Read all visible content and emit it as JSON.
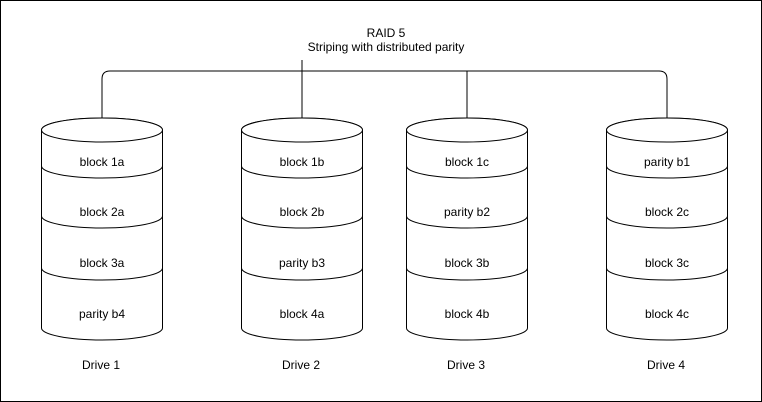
{
  "title": {
    "line1": "RAID 5",
    "line2": "Striping with distributed parity"
  },
  "drives": [
    {
      "label": "Drive 1",
      "blocks": [
        "block 1a",
        "block 2a",
        "block 3a",
        "parity b4"
      ]
    },
    {
      "label": "Drive 2",
      "blocks": [
        "block 1b",
        "block 2b",
        "parity b3",
        "block 4a"
      ]
    },
    {
      "label": "Drive 3",
      "blocks": [
        "block 1c",
        "parity b2",
        "block 3b",
        "block 4b"
      ]
    },
    {
      "label": "Drive 4",
      "blocks": [
        "parity b1",
        "block 2c",
        "block 3c",
        "block 4c"
      ]
    }
  ]
}
